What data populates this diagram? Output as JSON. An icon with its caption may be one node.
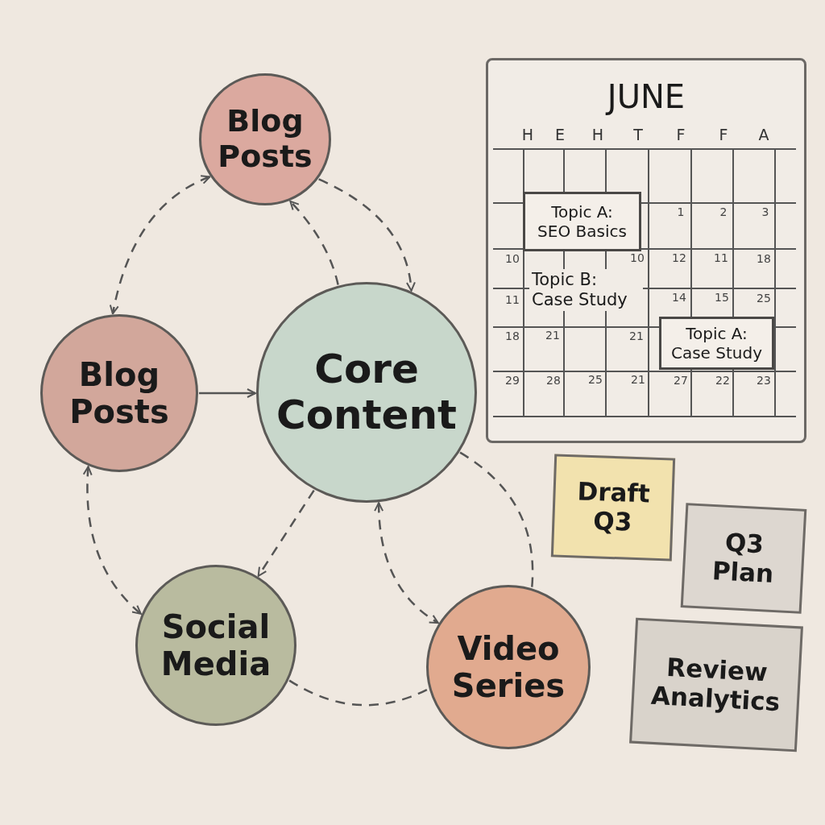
{
  "diagram": {
    "nodes": [
      {
        "text": [
          "Blog Posts"
        ]
      },
      {
        "text": [
          "Blog Posts"
        ]
      },
      {
        "text": [
          "Core Content"
        ]
      },
      {
        "text": [
          "Social Media"
        ]
      },
      {
        "text": [
          "Video Series"
        ]
      },
      {
        "text": [
          "JUNE"
        ]
      },
      {
        "text": [
          "Topic A: SEO Basics"
        ],
        "in": 5
      },
      {
        "text": [
          "Topic A: Case Study"
        ],
        "in": 5
      },
      {
        "text": [
          "Draft Q3"
        ]
      },
      {
        "text": [
          "Q3 Plan"
        ]
      },
      {
        "text": [
          "Review Analytics"
        ]
      }
    ],
    "edges": [
      {
        "from": 0,
        "to": 1,
        "arrow": "both",
        "style": "dashed"
      },
      {
        "from": 2,
        "to": 0,
        "arrow": "to",
        "style": "dashed"
      },
      {
        "from": 0,
        "to": 2,
        "arrow": "to",
        "style": "dashed"
      },
      {
        "from": 1,
        "to": 2,
        "arrow": "to"
      },
      {
        "from": 1,
        "to": 3,
        "arrow": "both",
        "style": "dashed"
      },
      {
        "from": 2,
        "to": 3,
        "arrow": "to",
        "style": "dashed"
      },
      {
        "from": 2,
        "to": 4,
        "arrow": "both",
        "style": "dashed"
      },
      {
        "from": 3,
        "to": 4,
        "arrow": "none",
        "style": "dashed"
      },
      {
        "from": 2,
        "to": 4,
        "arrow": "none",
        "style": "dashed"
      }
    ],
    "labels": [
      "H",
      "E",
      "H",
      "T",
      "F",
      "F",
      "A",
      "1",
      "2",
      "3",
      "10",
      "10",
      "12",
      "11",
      "18",
      "Topic B: Case Study",
      "11",
      "14",
      "15",
      "25",
      "18",
      "21",
      "21",
      "29",
      "28",
      "25",
      "21",
      "27",
      "22",
      "23"
    ]
  }
}
